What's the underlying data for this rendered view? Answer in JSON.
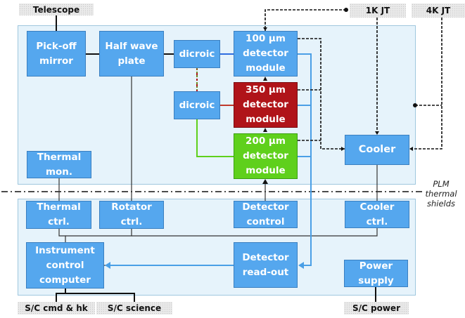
{
  "diagram": {
    "external": {
      "telescope": "Telescope",
      "jt_1k": "1K JT",
      "jt_4k": "4K JT",
      "sc_cmd_hk": "S/C cmd & hk",
      "sc_science": "S/C science",
      "sc_power": "S/C power"
    },
    "plm": {
      "pickoff_mirror": "Pick-off\nmirror",
      "half_wave_plate": "Half wave\nplate",
      "dicroic_1": "dicroic",
      "dicroic_2": "dicroic",
      "det_100": "100 µm\ndetector\nmodule",
      "det_350": "350 µm\ndetector\nmodule",
      "det_200": "200 µm\ndetector\nmodule",
      "cooler": "Cooler",
      "thermal_mon": "Thermal\nmon."
    },
    "boundary_label": "PLM thermal\nshields",
    "svm": {
      "thermal_ctrl": "Thermal\nctrl.",
      "rotator_ctrl": "Rotator\nctrl.",
      "detector_control": "Detector\ncontrol",
      "cooler_ctrl": "Cooler\nctrl.",
      "instrument_computer": "Instrument\ncontrol\ncomputer",
      "detector_readout": "Detector\nread-out",
      "power_supply": "Power\nsupply"
    },
    "colors": {
      "module_blue": "#55a7ee",
      "module_red": "#b01419",
      "module_green": "#5fd01c",
      "panel": "#e6f3fb",
      "signal_blue": "#4a9fe6"
    }
  }
}
